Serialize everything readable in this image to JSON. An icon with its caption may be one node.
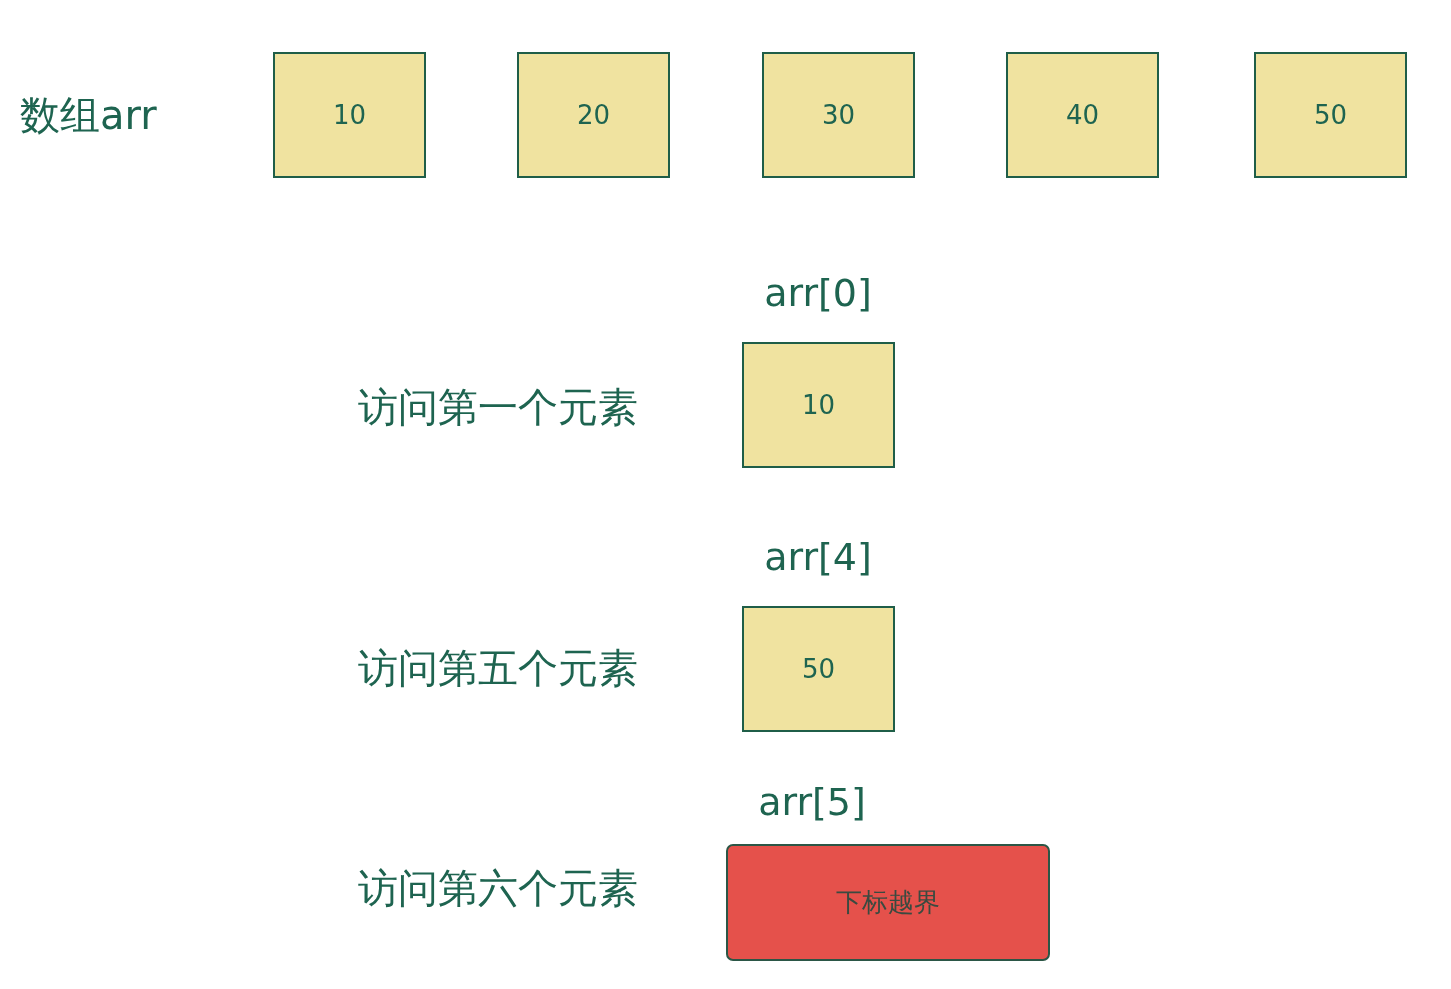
{
  "diagram": {
    "nodes": [
      {
        "text": [
          "10"
        ]
      },
      {
        "text": [
          "20"
        ]
      },
      {
        "text": [
          "30"
        ]
      },
      {
        "text": [
          "40"
        ]
      },
      {
        "text": [
          "50"
        ]
      },
      {
        "text": [
          "10"
        ],
        "beside": [
          "arr[0]"
        ]
      },
      {
        "text": [
          "50"
        ],
        "beside": [
          "arr[4]"
        ]
      },
      {
        "text": [
          "下标越界"
        ],
        "beside": [
          "arr[5]"
        ]
      }
    ],
    "labels": [
      "数组arr",
      "访问第一个元素",
      "访问第五个元素",
      "访问第六个元素"
    ]
  }
}
